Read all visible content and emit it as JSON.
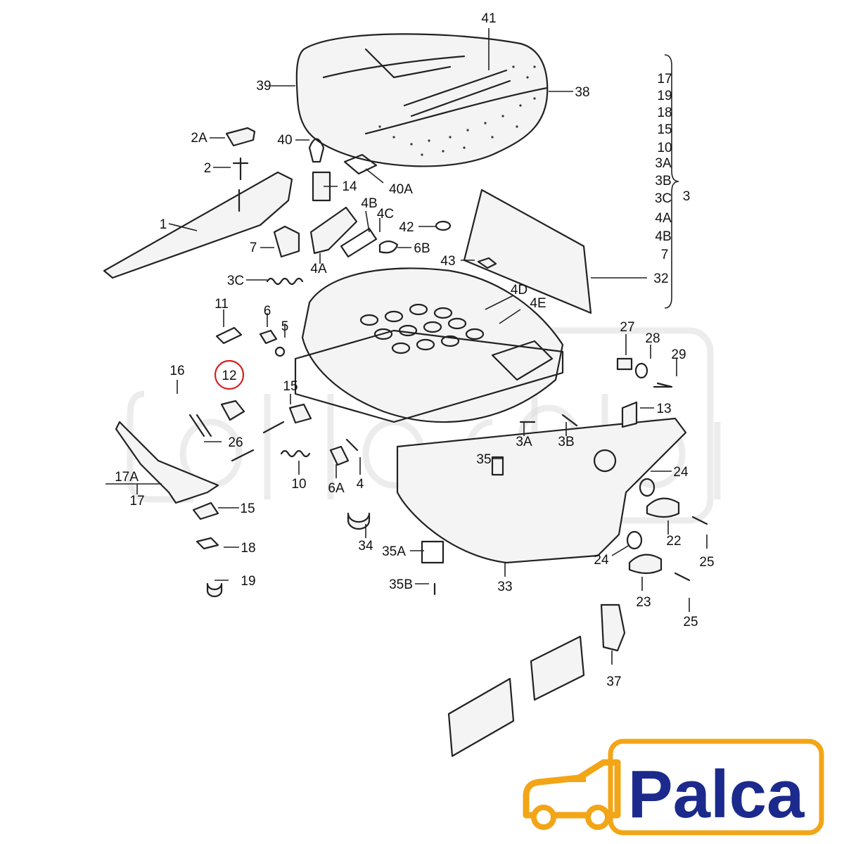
{
  "diagram": {
    "callouts": [
      {
        "id": "41",
        "text": "41"
      },
      {
        "id": "39",
        "text": "39"
      },
      {
        "id": "38",
        "text": "38"
      },
      {
        "id": "2A",
        "text": "2A"
      },
      {
        "id": "40",
        "text": "40"
      },
      {
        "id": "2",
        "text": "2"
      },
      {
        "id": "14",
        "text": "14"
      },
      {
        "id": "40A",
        "text": "40A"
      },
      {
        "id": "1",
        "text": "1"
      },
      {
        "id": "4B",
        "text": "4B"
      },
      {
        "id": "4C",
        "text": "4C"
      },
      {
        "id": "42",
        "text": "42"
      },
      {
        "id": "7",
        "text": "7"
      },
      {
        "id": "6B",
        "text": "6B"
      },
      {
        "id": "4A",
        "text": "4A"
      },
      {
        "id": "43",
        "text": "43"
      },
      {
        "id": "3C",
        "text": "3C"
      },
      {
        "id": "32",
        "text": "32"
      },
      {
        "id": "4D",
        "text": "4D"
      },
      {
        "id": "11",
        "text": "11"
      },
      {
        "id": "6",
        "text": "6"
      },
      {
        "id": "5",
        "text": "5"
      },
      {
        "id": "4E",
        "text": "4E"
      },
      {
        "id": "27",
        "text": "27"
      },
      {
        "id": "28",
        "text": "28"
      },
      {
        "id": "29",
        "text": "29"
      },
      {
        "id": "16",
        "text": "16"
      },
      {
        "id": "12",
        "text": "12"
      },
      {
        "id": "15a",
        "text": "15"
      },
      {
        "id": "13",
        "text": "13"
      },
      {
        "id": "26",
        "text": "26"
      },
      {
        "id": "3A",
        "text": "3A"
      },
      {
        "id": "3B",
        "text": "3B"
      },
      {
        "id": "35",
        "text": "35"
      },
      {
        "id": "10",
        "text": "10"
      },
      {
        "id": "6A",
        "text": "6A"
      },
      {
        "id": "4",
        "text": "4"
      },
      {
        "id": "24a",
        "text": "24"
      },
      {
        "id": "17A",
        "text": "17A"
      },
      {
        "id": "17",
        "text": "17"
      },
      {
        "id": "15b",
        "text": "15"
      },
      {
        "id": "34",
        "text": "34"
      },
      {
        "id": "22",
        "text": "22"
      },
      {
        "id": "25a",
        "text": "25"
      },
      {
        "id": "18",
        "text": "18"
      },
      {
        "id": "35A",
        "text": "35A"
      },
      {
        "id": "24b",
        "text": "24"
      },
      {
        "id": "19",
        "text": "19"
      },
      {
        "id": "35B",
        "text": "35B"
      },
      {
        "id": "33",
        "text": "33"
      },
      {
        "id": "23",
        "text": "23"
      },
      {
        "id": "25b",
        "text": "25"
      },
      {
        "id": "37",
        "text": "37"
      }
    ],
    "bracket_group": {
      "items": [
        "17",
        "19",
        "18",
        "15",
        "10",
        "3A",
        "3B",
        "3C",
        "4A",
        "4B",
        "7",
        "32"
      ],
      "result": "3"
    },
    "highlighted_callout": "12"
  },
  "watermark": {
    "text": "Palca"
  },
  "logo": {
    "text": "Palca",
    "colors": {
      "text": "#1b2a8c",
      "icon": "#f2a516",
      "frame": "#f2a516"
    }
  }
}
